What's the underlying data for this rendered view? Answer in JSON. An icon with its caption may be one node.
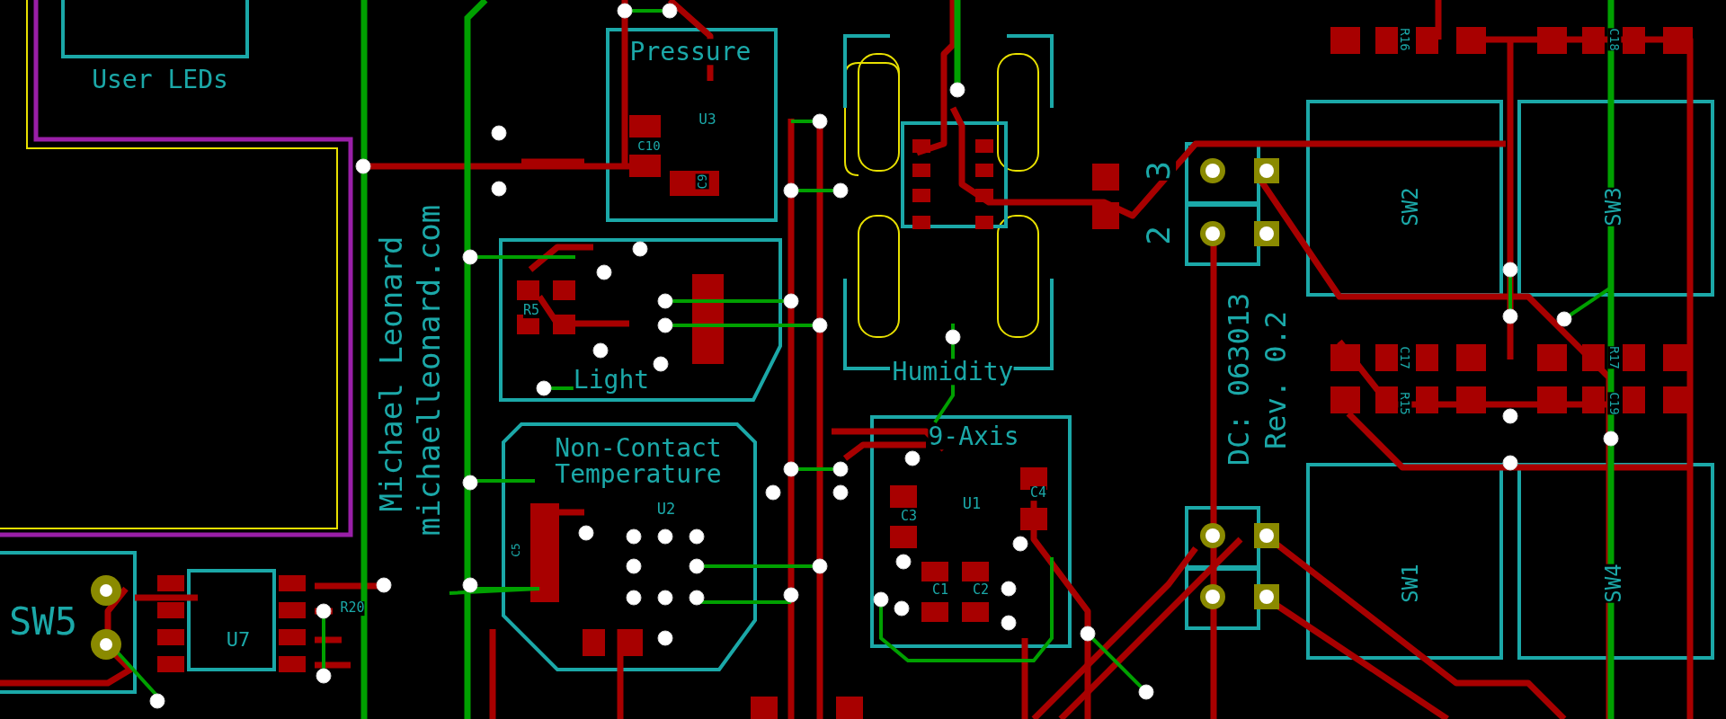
{
  "diagram": {
    "labels": [
      "User LEDs",
      "Pressure",
      "U3",
      "C10",
      "C9",
      "R16",
      "C18",
      "3",
      "2",
      "SW2",
      "SW3",
      "R5",
      "Light",
      "Humidity",
      "C17",
      "R17",
      "R15",
      "C19",
      "Michael Leonard",
      "michaelleonard.com",
      "DC: 063013",
      "Rev. 0.2",
      "Non-Contact Temperature",
      "9-Axis",
      "C4",
      "U1",
      "U2",
      "C3",
      "C5",
      "SW1",
      "SW4",
      "SW5",
      "U7",
      "R20",
      "C1",
      "C2"
    ]
  }
}
